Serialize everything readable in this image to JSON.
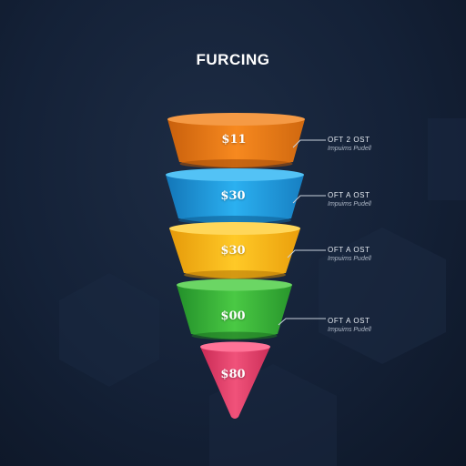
{
  "title": "FURCING",
  "colors": {
    "background": "#142137",
    "orange": "#f07d1a",
    "blue": "#1ea1e6",
    "yellow": "#ffc21a",
    "green": "#3cb93c",
    "pink": "#e8426e"
  },
  "segments": [
    {
      "value": "$11",
      "color": "orange"
    },
    {
      "value": "$30",
      "color": "blue"
    },
    {
      "value": "$30",
      "color": "yellow"
    },
    {
      "value": "$00",
      "color": "green"
    },
    {
      "value": "$80",
      "color": "pink"
    }
  ],
  "annotations": [
    {
      "title": "OFT 2 OST",
      "subtitle": "Impuims Pudell"
    },
    {
      "title": "OFT A OST",
      "subtitle": "Impuims Pudell"
    },
    {
      "title": "OFT A OST",
      "subtitle": "Impuims Pudell"
    },
    {
      "title": "OFT A OST",
      "subtitle": "Impuims Pudell"
    }
  ]
}
